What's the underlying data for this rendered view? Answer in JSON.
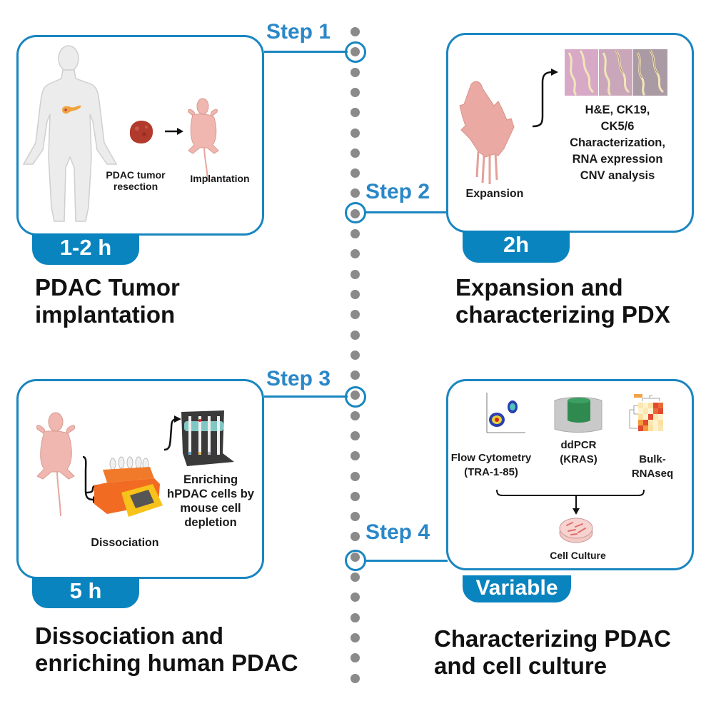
{
  "timeline": {
    "accent_color": "#1a86c0",
    "dot_color": "#8a8a8a"
  },
  "steps": [
    {
      "step_label": "Step 1",
      "duration": "1-2 h",
      "title_line1": "PDAC Tumor",
      "title_line2": "implantation",
      "labels": {
        "resection_line1": "PDAC tumor",
        "resection_line2": "resection",
        "implantation": "Implantation"
      },
      "icons": [
        "human-body-icon",
        "pancreas-icon",
        "tumor-icon",
        "arrow-right-icon",
        "mouse-icon"
      ]
    },
    {
      "step_label": "Step 2",
      "duration": "2h",
      "title_line1": "Expansion and",
      "title_line2": "characterizing PDX",
      "labels": {
        "expansion": "Expansion",
        "analysis": [
          "H&E, CK19,",
          "CK5/6",
          "Characterization,",
          "RNA expression",
          "CNV analysis"
        ]
      },
      "icons": [
        "mice-group-icon",
        "curved-arrow-icon",
        "histology-slides-icon"
      ]
    },
    {
      "step_label": "Step 3",
      "duration": "5 h",
      "title_line1": "Dissociation and",
      "title_line2": "enriching human PDAC",
      "labels": {
        "dissociation": "Dissociation",
        "enriching": [
          "Enriching",
          "hPDAC cells by",
          "mouse cell",
          "depletion"
        ]
      },
      "icons": [
        "mouse-icon",
        "dissociator-icon",
        "magnetic-separator-icon"
      ]
    },
    {
      "step_label": "Step 4",
      "duration": "Variable",
      "title_line1": "Characterizing PDAC",
      "title_line2": "and cell culture",
      "labels": {
        "flow_line1": "Flow Cytometry",
        "flow_line2": "(TRA-1-85)",
        "ddpcr_line1": "ddPCR",
        "ddpcr_line2": "(KRAS)",
        "bulk_line1": "Bulk-",
        "bulk_line2": "RNAseq",
        "culture": "Cell Culture"
      },
      "icons": [
        "flow-cytometry-plot-icon",
        "ddpcr-machine-icon",
        "heatmap-icon",
        "bracket-icon",
        "petri-dish-icon"
      ]
    }
  ]
}
